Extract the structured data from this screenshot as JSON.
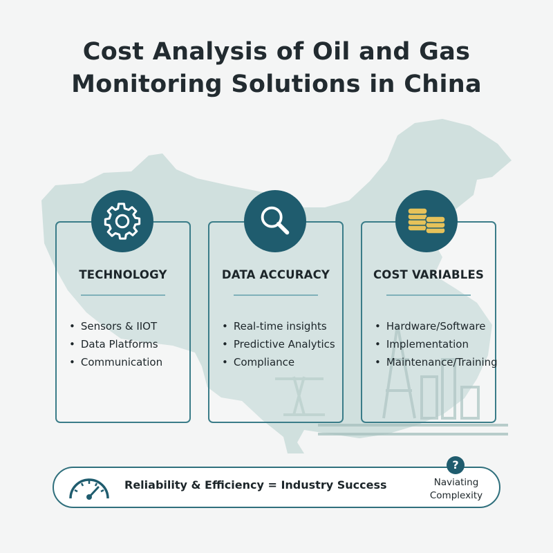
{
  "title": {
    "line1": "Cost Analysis of Oil and Gas",
    "line2": "Monitoring Solutions in China"
  },
  "cards": [
    {
      "icon": "gear-icon",
      "title": "TECHNOLOGY",
      "items": [
        "Sensors & IIOT",
        "Data Platforms",
        "Communication"
      ]
    },
    {
      "icon": "magnifier-icon",
      "title": "DATA ACCURACY",
      "items": [
        "Real-time insights",
        "Predictive Analytics",
        "Compliance"
      ]
    },
    {
      "icon": "coins-icon",
      "title": "COST VARIABLES",
      "items": [
        "Hardware/Software",
        "Implementation",
        "Maintenance/Training"
      ]
    }
  ],
  "footer": {
    "icon": "gauge-icon",
    "text": "Reliability & Efficiency = Industry Success",
    "side_line1": "Naviating",
    "side_line2": "Complexity",
    "badge": "?"
  },
  "colors": {
    "accent": "#1f5c6e",
    "border": "#3a7c88",
    "map": "#c9dcd9",
    "coins": "#e6c25a"
  }
}
